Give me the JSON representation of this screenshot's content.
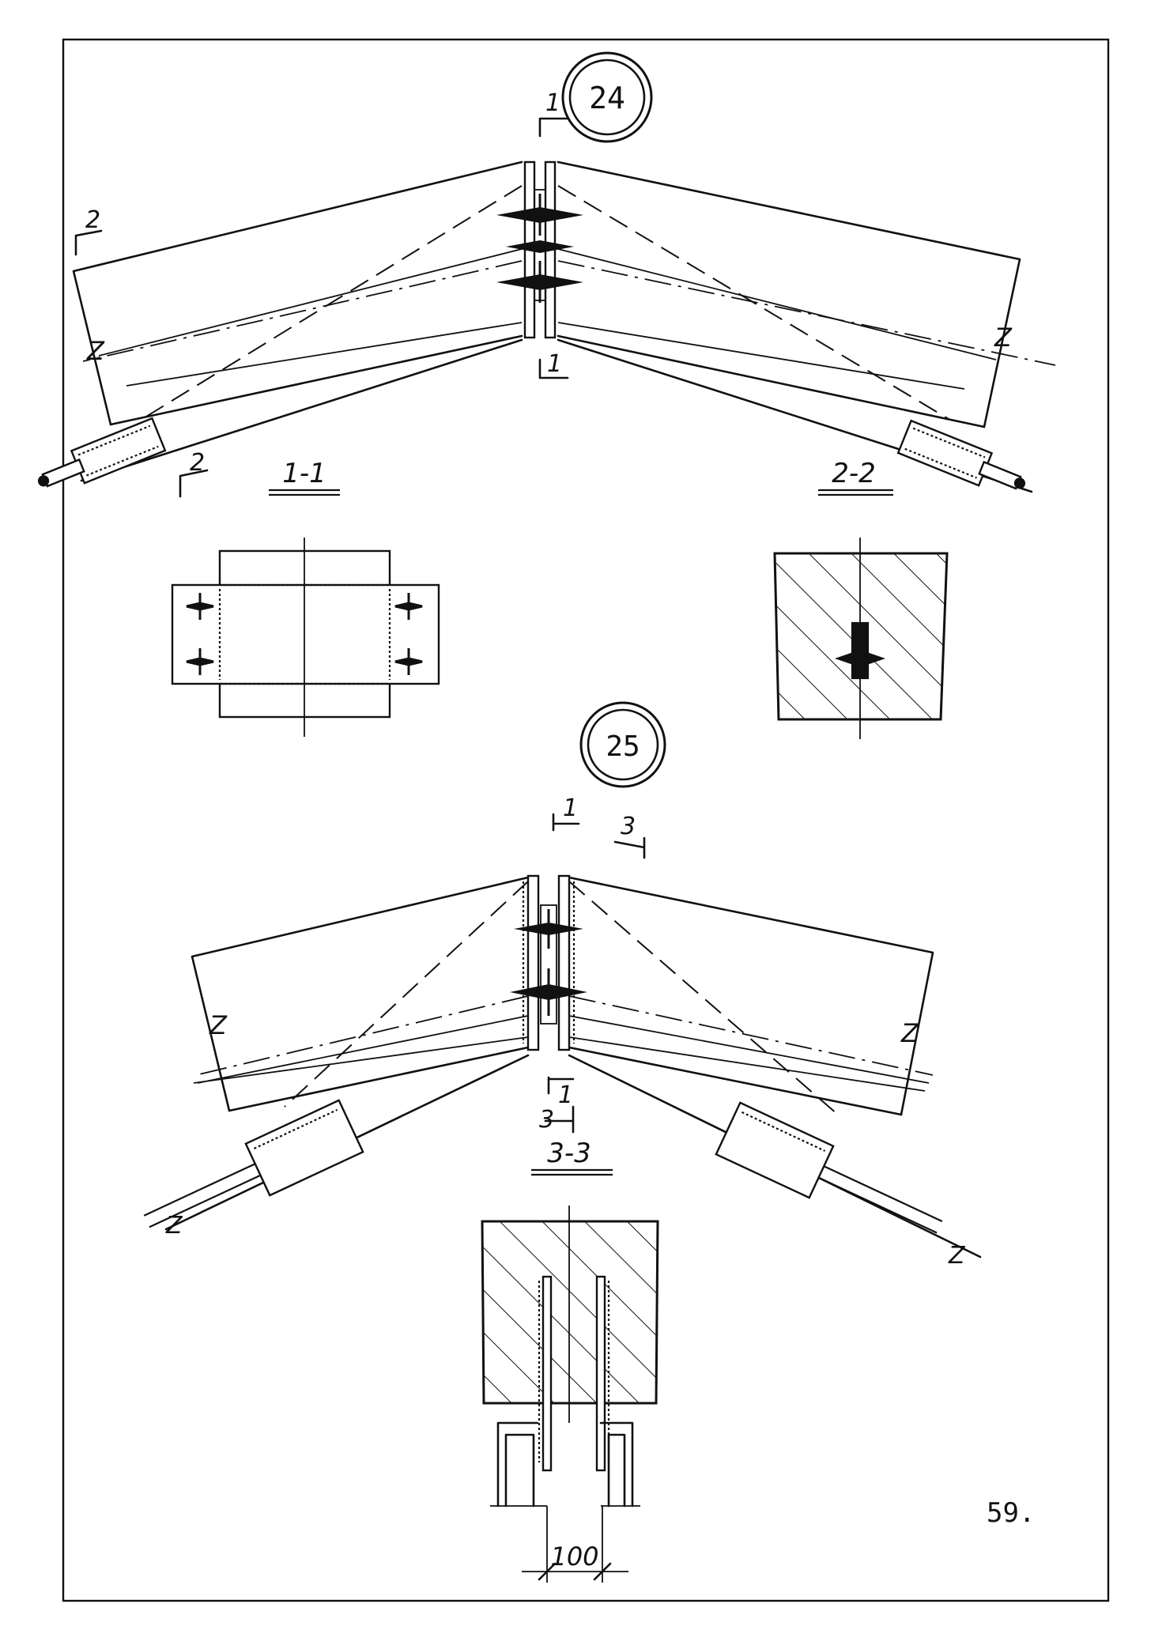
{
  "details": [
    {
      "number": "24"
    },
    {
      "number": "25"
    }
  ],
  "section_marks": {
    "m1": "1",
    "m2": "2",
    "m3": "3"
  },
  "section_titles": {
    "s11": "1-1",
    "s22": "2-2",
    "s33": "3-3"
  },
  "break_symbols": [
    "Z",
    "Z",
    "Z",
    "Z",
    "Z",
    "Z"
  ],
  "dimension": "100",
  "page_number": "59."
}
